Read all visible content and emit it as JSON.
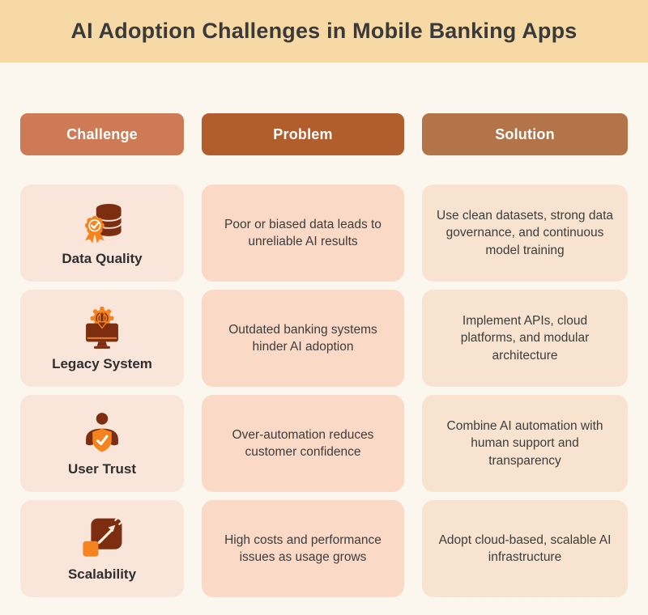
{
  "header": {
    "title": "AI Adoption Challenges in Mobile Banking Apps"
  },
  "columns": [
    {
      "id": "challenge",
      "label": "Challenge",
      "color": "#CE7B55"
    },
    {
      "id": "problem",
      "label": "Problem",
      "color": "#B25E2C"
    },
    {
      "id": "solution",
      "label": "Solution",
      "color": "#B3744A"
    }
  ],
  "rows": [
    {
      "challenge": "Data Quality",
      "icon": "database-quality-badge-icon",
      "problem": "Poor or biased data leads to unreliable AI results",
      "solution": "Use clean datasets, strong data governance, and continuous model training"
    },
    {
      "challenge": "Legacy System",
      "icon": "legacy-monitor-gear-icon",
      "problem": "Outdated banking systems hinder AI adoption",
      "solution": "Implement APIs, cloud platforms, and modular architecture"
    },
    {
      "challenge": "User Trust",
      "icon": "user-shield-check-icon",
      "problem": "Over-automation reduces customer confidence",
      "solution": "Combine AI automation with human support and transparency"
    },
    {
      "challenge": "Scalability",
      "icon": "scale-expand-arrow-icon",
      "problem": "High costs and performance issues as usage grows",
      "solution": "Adopt cloud-based, scalable AI infrastructure"
    }
  ],
  "colors": {
    "header_band": "#F6D9A4",
    "page_background": "#FBF7EE",
    "title_text": "#3A3A3A",
    "challenge_pill": "#CE7B55",
    "problem_pill": "#B25E2C",
    "solution_pill": "#B3744A",
    "challenge_card": "#FAE5DA",
    "problem_card": "#FAD9C6",
    "solution_card": "#F8E3D1",
    "icon_dark_brown": "#7D2E10",
    "icon_orange": "#F5841E",
    "card_text": "#3D3D3D"
  }
}
